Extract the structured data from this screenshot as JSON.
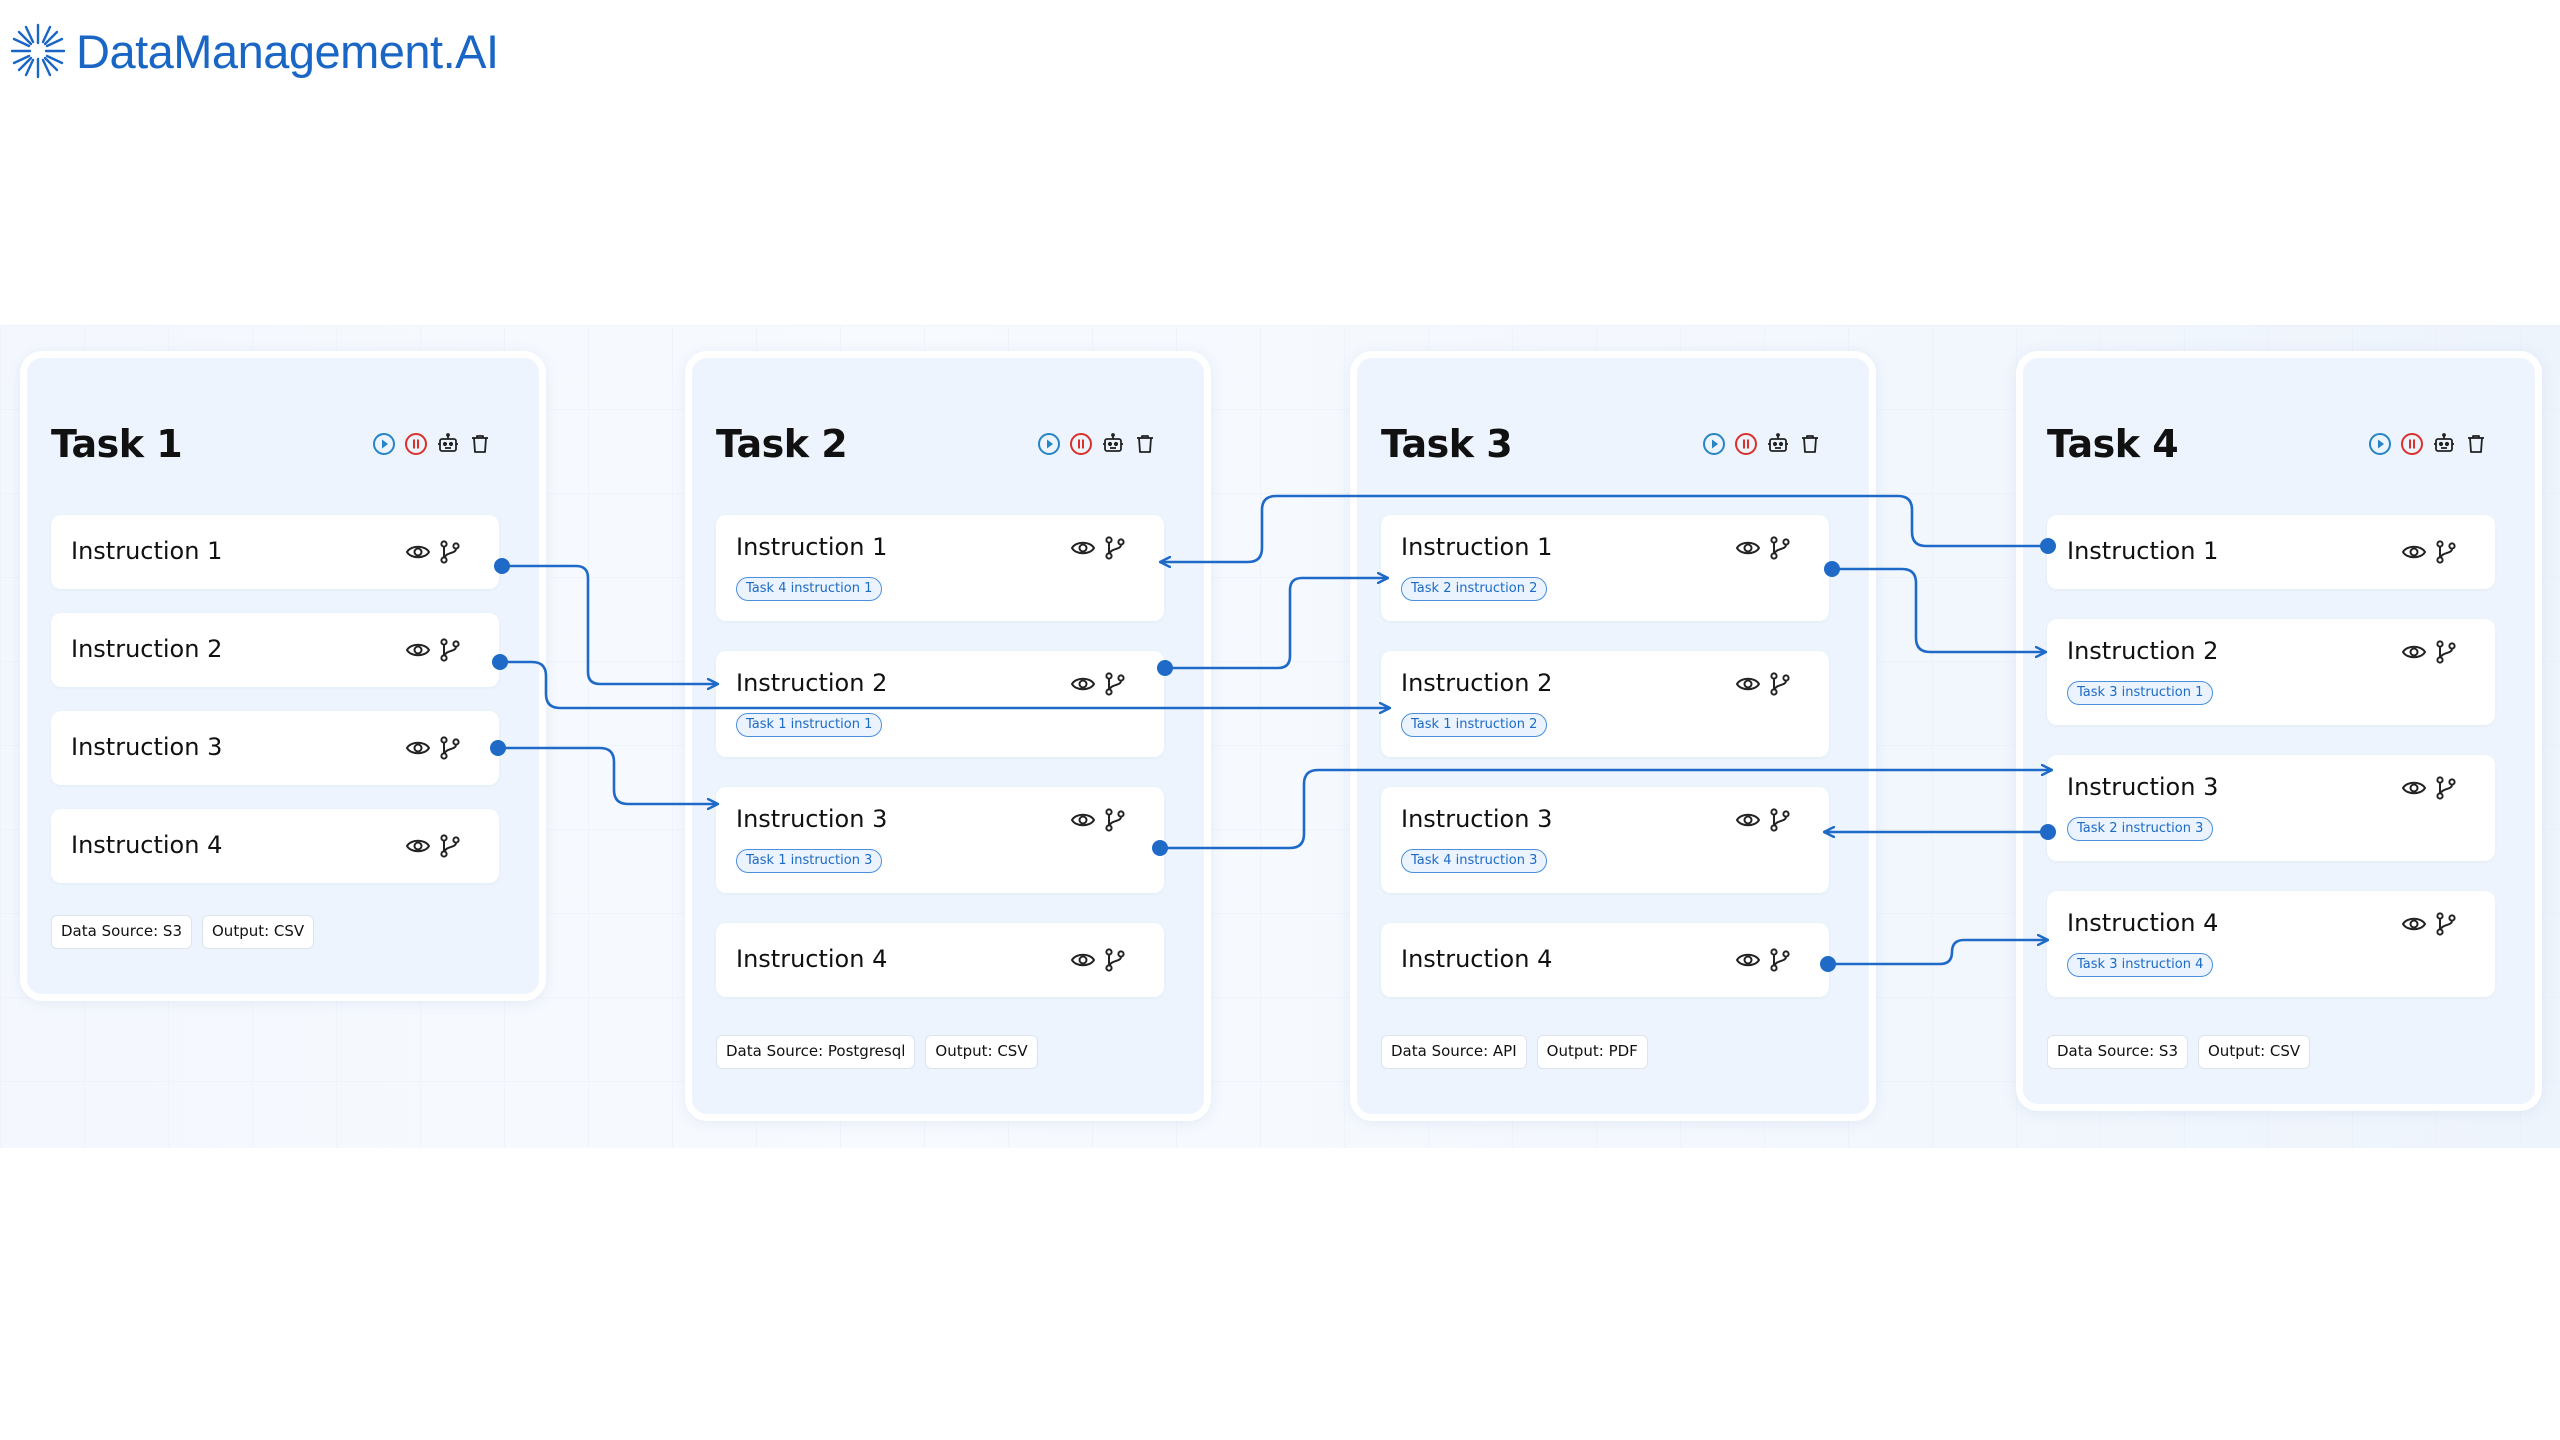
{
  "brand": {
    "name": "DataManagement.AI",
    "color": "#1a66c4"
  },
  "colors": {
    "connector": "#1f6ac7",
    "play": "#2585c6",
    "pause": "#d9302c",
    "icon_dark": "#222222"
  },
  "card_actions": [
    "play-icon",
    "pause-icon",
    "robot-icon",
    "trash-icon"
  ],
  "instruction_actions": [
    "eye-icon",
    "branch-icon"
  ],
  "tasks": [
    {
      "title": "Task 1",
      "instructions": [
        {
          "label": "Instruction 1",
          "tag": ""
        },
        {
          "label": "Instruction 2",
          "tag": ""
        },
        {
          "label": "Instruction 3",
          "tag": ""
        },
        {
          "label": "Instruction 4",
          "tag": ""
        }
      ],
      "data_source": "Data Source: S3",
      "output": "Output: CSV"
    },
    {
      "title": "Task 2",
      "instructions": [
        {
          "label": "Instruction 1",
          "tag": "Task 4 instruction 1"
        },
        {
          "label": "Instruction 2",
          "tag": "Task 1 instruction 1"
        },
        {
          "label": "Instruction 3",
          "tag": "Task 1 instruction 3"
        },
        {
          "label": "Instruction 4",
          "tag": ""
        }
      ],
      "data_source": "Data Source: Postgresql",
      "output": "Output: CSV"
    },
    {
      "title": "Task 3",
      "instructions": [
        {
          "label": "Instruction 1",
          "tag": "Task 2 instruction 2"
        },
        {
          "label": "Instruction 2",
          "tag": "Task 1 instruction 2"
        },
        {
          "label": "Instruction 3",
          "tag": "Task 4 instruction 3"
        },
        {
          "label": "Instruction 4",
          "tag": ""
        }
      ],
      "data_source": "Data Source: API",
      "output": "Output: PDF"
    },
    {
      "title": "Task 4",
      "instructions": [
        {
          "label": "Instruction 1",
          "tag": ""
        },
        {
          "label": "Instruction 2",
          "tag": "Task 3 instruction 1"
        },
        {
          "label": "Instruction 3",
          "tag": "Task 2 instruction 3"
        },
        {
          "label": "Instruction 4",
          "tag": "Task 3 instruction 4"
        }
      ],
      "data_source": "Data Source: S3",
      "output": "Output: CSV"
    }
  ]
}
